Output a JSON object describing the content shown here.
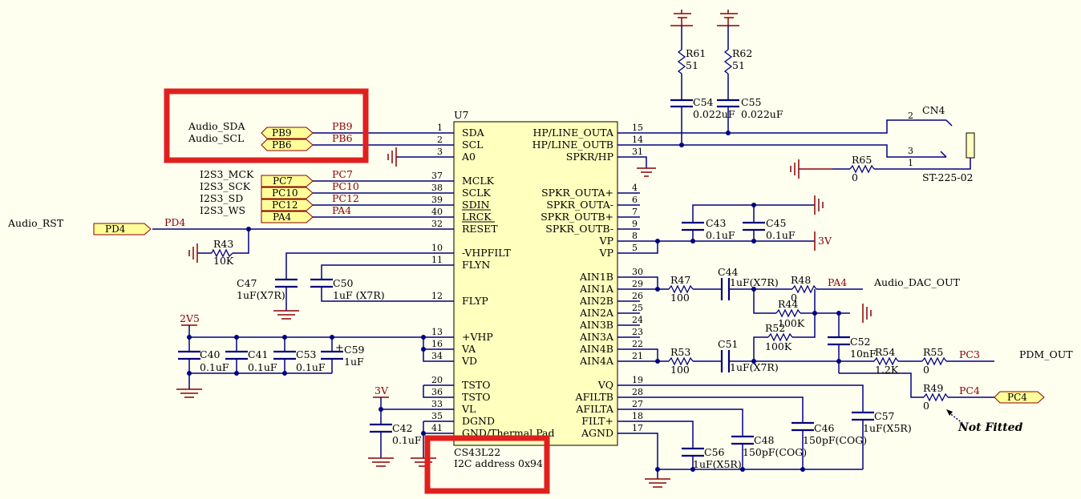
{
  "chip": {
    "ref": "U7",
    "part": "CS43L22",
    "note": "I2C address 0x94",
    "left_pins": [
      {
        "num": "1",
        "name": "SDA"
      },
      {
        "num": "2",
        "name": "SCL"
      },
      {
        "num": "3",
        "name": "A0"
      },
      {
        "num": "37",
        "name": "MCLK"
      },
      {
        "num": "38",
        "name": "SCLK"
      },
      {
        "num": "39",
        "name": "SDIN"
      },
      {
        "num": "40",
        "name": "LRCK"
      },
      {
        "num": "32",
        "name": "RESET"
      },
      {
        "num": "10",
        "name": "-VHPFILT"
      },
      {
        "num": "11",
        "name": "FLYN"
      },
      {
        "num": "12",
        "name": "FLYP"
      },
      {
        "num": "13",
        "name": "+VHP"
      },
      {
        "num": "16",
        "name": "VA"
      },
      {
        "num": "34",
        "name": "VD"
      },
      {
        "num": "20",
        "name": "TSTO"
      },
      {
        "num": "36",
        "name": "TSTO"
      },
      {
        "num": "33",
        "name": "VL"
      },
      {
        "num": "35",
        "name": "DGND"
      },
      {
        "num": "41",
        "name": "GND/Thermal Pad"
      }
    ],
    "right_pins": [
      {
        "num": "15",
        "name": "HP/LINE_OUTA"
      },
      {
        "num": "14",
        "name": "HP/LINE_OUTB"
      },
      {
        "num": "31",
        "name": "SPKR/HP"
      },
      {
        "num": "4",
        "name": "SPKR_OUTA+"
      },
      {
        "num": "6",
        "name": "SPKR_OUTA-"
      },
      {
        "num": "7",
        "name": "SPKR_OUTB+"
      },
      {
        "num": "9",
        "name": "SPKR_OUTB-"
      },
      {
        "num": "8",
        "name": "VP"
      },
      {
        "num": "5",
        "name": "VP"
      },
      {
        "num": "30",
        "name": "AIN1B"
      },
      {
        "num": "29",
        "name": "AIN1A"
      },
      {
        "num": "26",
        "name": "AIN2B"
      },
      {
        "num": "25",
        "name": "AIN2A"
      },
      {
        "num": "24",
        "name": "AIN3B"
      },
      {
        "num": "23",
        "name": "AIN3A"
      },
      {
        "num": "22",
        "name": "AIN4B"
      },
      {
        "num": "21",
        "name": "AIN4A"
      },
      {
        "num": "19",
        "name": "VQ"
      },
      {
        "num": "28",
        "name": "AFILTB"
      },
      {
        "num": "27",
        "name": "AFILTA"
      },
      {
        "num": "18",
        "name": "FILT+"
      },
      {
        "num": "17",
        "name": "AGND"
      }
    ]
  },
  "nets": {
    "audio_sda": "Audio_SDA",
    "audio_scl": "Audio_SCL",
    "i2s3_mck": "I2S3_MCK",
    "i2s3_sck": "I2S3_SCK",
    "i2s3_sd": "I2S3_SD",
    "i2s3_ws": "I2S3_WS",
    "audio_rst": "Audio_RST",
    "audio_dac_out": "Audio_DAC_OUT",
    "pdm_out": "PDM_OUT",
    "v2v5": "2V5",
    "v3v_a": "3V",
    "v3v_b": "3V"
  },
  "ports": {
    "pb9": "PB9",
    "pb6": "PB6",
    "pc7": "PC7",
    "pc10": "PC10",
    "pc12": "PC12",
    "pa4": "PA4",
    "pd4": "PD4",
    "pc4": "PC4"
  },
  "wire_labels": {
    "pb9": "PB9",
    "pb6": "PB6",
    "pc7": "PC7",
    "pc10": "PC10",
    "pc12": "PC12",
    "pa4": "PA4",
    "pd4": "PD4",
    "pa4_dac": "PA4",
    "pc3": "PC3",
    "pc4": "PC4"
  },
  "components": {
    "r61": {
      "ref": "R61",
      "val": "51"
    },
    "r62": {
      "ref": "R62",
      "val": "51"
    },
    "c54": {
      "ref": "C54",
      "val": "0.022uF"
    },
    "c55": {
      "ref": "C55",
      "val": "0.022uF"
    },
    "cn4": {
      "ref": "CN4",
      "val": "ST-225-02",
      "pin2": "2",
      "pin3": "3",
      "pin1": "1"
    },
    "r65": {
      "ref": "R65",
      "val": "0"
    },
    "c43": {
      "ref": "C43",
      "val": "0.1uF"
    },
    "c45": {
      "ref": "C45",
      "val": "0.1uF"
    },
    "r43": {
      "ref": "R43",
      "val": "10K"
    },
    "c47": {
      "ref": "C47",
      "val": "1uF(X7R)"
    },
    "c50": {
      "ref": "C50",
      "val": "1uF (X7R)"
    },
    "c40": {
      "ref": "C40",
      "val": "0.1uF"
    },
    "c41": {
      "ref": "C41",
      "val": "0.1uF"
    },
    "c53": {
      "ref": "C53",
      "val": "0.1uF"
    },
    "c59": {
      "ref": "C59",
      "val": "1uF"
    },
    "c42": {
      "ref": "C42",
      "val": "0.1uF"
    },
    "r47": {
      "ref": "R47",
      "val": "100"
    },
    "c44": {
      "ref": "C44",
      "val": "1uF(X7R)"
    },
    "r48": {
      "ref": "R48",
      "val": "0"
    },
    "r44": {
      "ref": "R44",
      "val": "100K"
    },
    "r52": {
      "ref": "R52",
      "val": "100K"
    },
    "r53": {
      "ref": "R53",
      "val": "100"
    },
    "c51": {
      "ref": "C51",
      "val": "1uF(X7R)"
    },
    "c52": {
      "ref": "C52",
      "val": "10nF"
    },
    "r54": {
      "ref": "R54",
      "val": "1.2K"
    },
    "r55": {
      "ref": "R55",
      "val": "0"
    },
    "r49": {
      "ref": "R49",
      "val": "0"
    },
    "c57": {
      "ref": "C57",
      "val": "1uF(X5R)"
    },
    "c46": {
      "ref": "C46",
      "val": "150pF(COG)"
    },
    "c48": {
      "ref": "C48",
      "val": "150pF(COG)"
    },
    "c56": {
      "ref": "C56",
      "val": "1uF(X5R)"
    }
  },
  "annotations": {
    "not_fitted": "Not Fitted"
  },
  "colors": {
    "background": "#FFFFF0",
    "chip_fill": "#FFFFBE",
    "wire": "#000080",
    "text_dark_red": "#8B0000",
    "port_fill": "#FFFF99",
    "highlight_box": "#E0201E"
  }
}
